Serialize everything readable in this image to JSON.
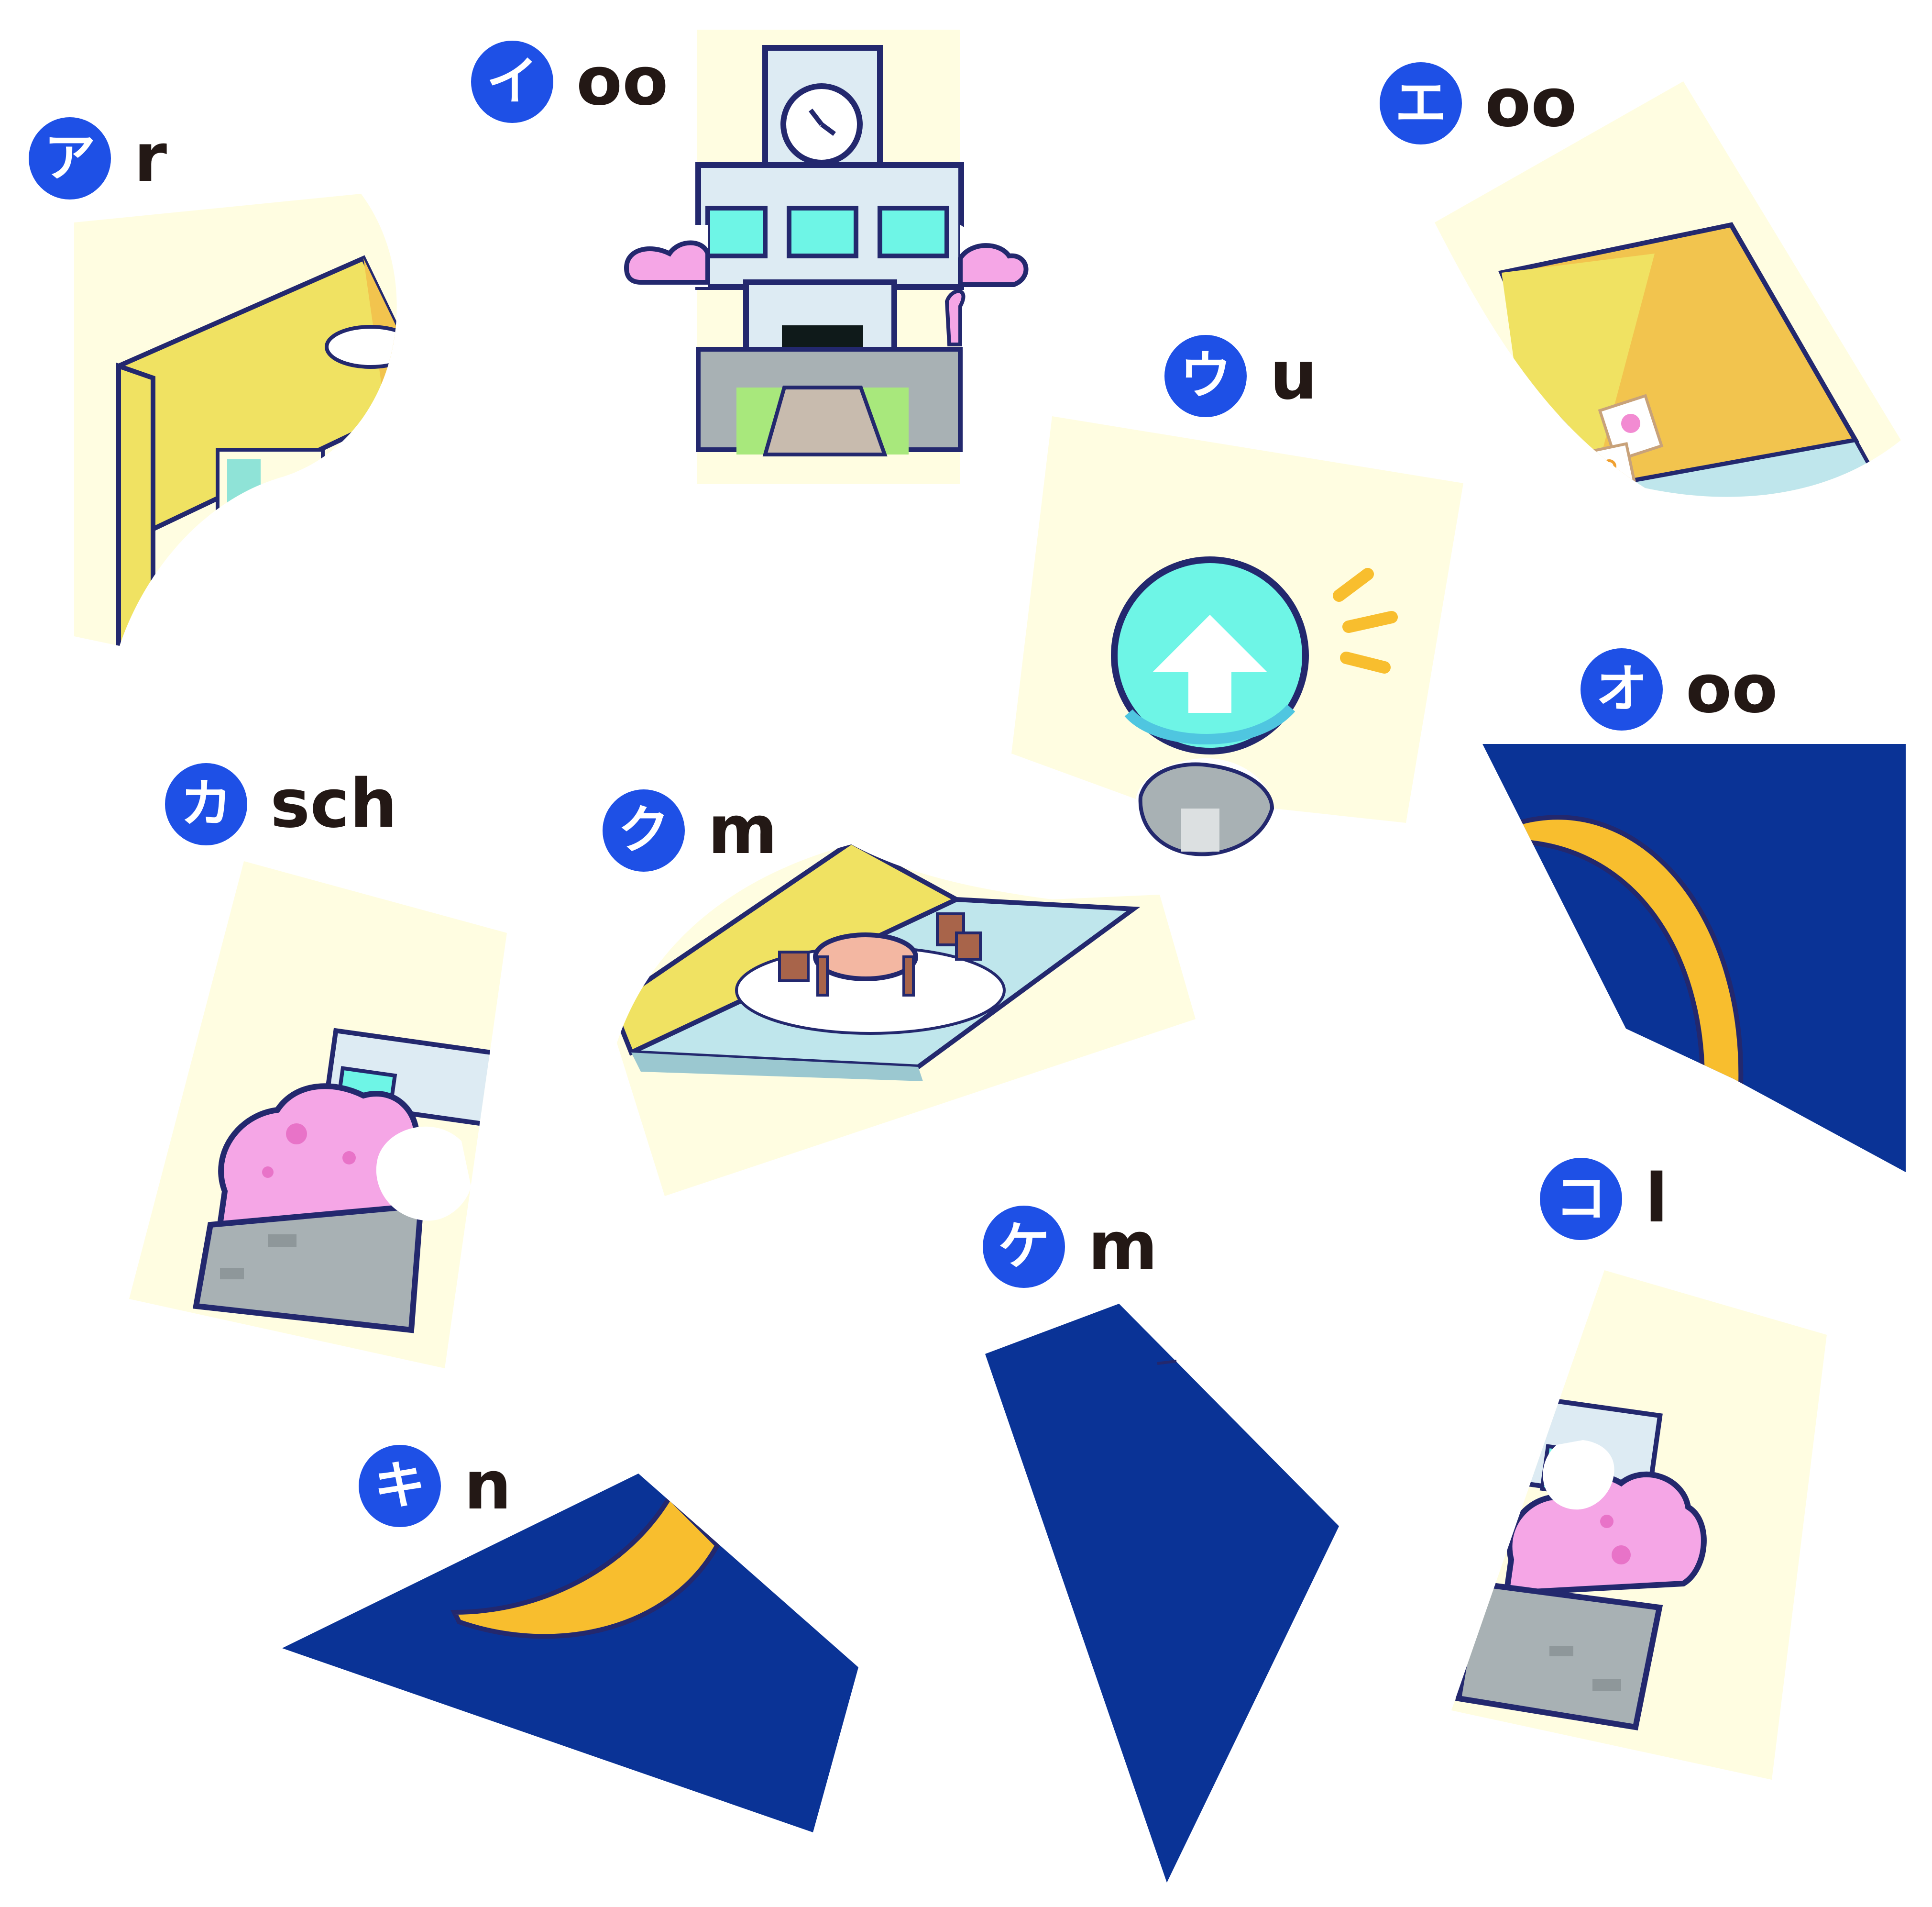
{
  "colors": {
    "badge": "#1E50E6",
    "text": "#231815",
    "paper": "#FFFDE1",
    "outline": "#23286E",
    "navy": "#0A3396",
    "moon": "#F8BE2E",
    "wall": "#F0E262",
    "wall_side": "#F2C44E",
    "floor": "#BFE6EC",
    "cyan": "#6EF5E6",
    "pink": "#F5A6E6",
    "stone": "#A8B1B4",
    "grass": "#A8E87C",
    "brown": "#A8644A",
    "table": "#F3B7A2"
  },
  "pieces": [
    {
      "id": "piece-a",
      "badge": "ア",
      "hint": "r",
      "picture": "yellow-room-wall-icon"
    },
    {
      "id": "piece-i",
      "badge": "イ",
      "hint": "oo",
      "picture": "school-clock-tower-icon"
    },
    {
      "id": "piece-e",
      "badge": "エ",
      "hint": "oo",
      "picture": "room-corner-with-pictures-icon"
    },
    {
      "id": "piece-u",
      "badge": "ウ",
      "hint": "u",
      "picture": "up-arrow-button-icon"
    },
    {
      "id": "piece-o",
      "badge": "オ",
      "hint": "oo",
      "picture": "crescent-moon-night-icon"
    },
    {
      "id": "piece-ka",
      "badge": "カ",
      "hint": "sch",
      "picture": "school-and-cherry-blossom-icon"
    },
    {
      "id": "piece-ku",
      "badge": "ク",
      "hint": "m",
      "picture": "table-and-chairs-room-icon"
    },
    {
      "id": "piece-ke",
      "badge": "ケ",
      "hint": "m",
      "picture": "night-sky-icon"
    },
    {
      "id": "piece-ki",
      "badge": "キ",
      "hint": "n",
      "picture": "crescent-moon-night-icon"
    },
    {
      "id": "piece-ko",
      "badge": "コ",
      "hint": "l",
      "picture": "cherry-blossom-hedge-icon"
    }
  ]
}
